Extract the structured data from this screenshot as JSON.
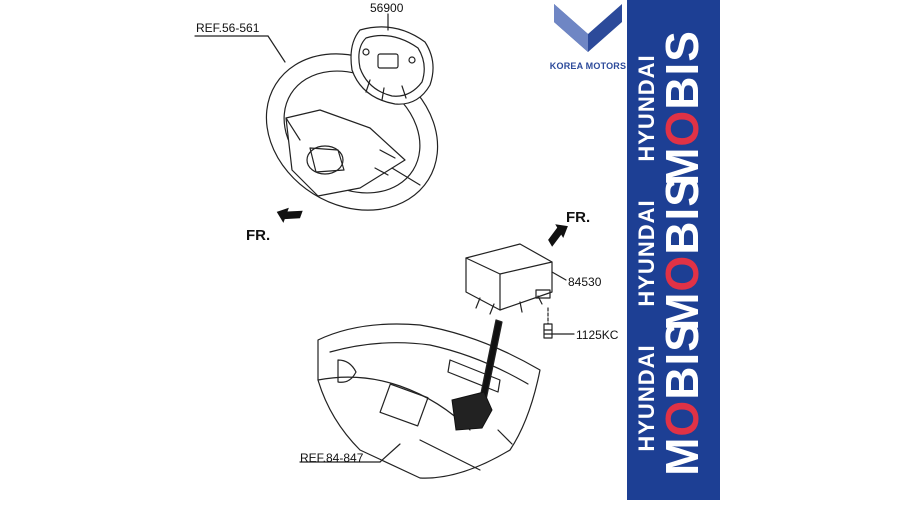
{
  "parts": {
    "ref_steering": "REF.56-561",
    "airbag_driver": "56900",
    "airbag_passenger": "84530",
    "bolt": "1125KC",
    "ref_dash": "REF.84-847"
  },
  "direction": {
    "left": "FR.",
    "right": "FR."
  },
  "logo": {
    "text": "KOREA MOTORS",
    "color_dark": "#2c4a9a",
    "color_light": "#6f86c4"
  },
  "brand": {
    "top": "HYUNDAI",
    "m": "M",
    "o": "O",
    "rest": "BIS",
    "panel_color": "#1d3f94",
    "accent_color": "#e03246"
  }
}
